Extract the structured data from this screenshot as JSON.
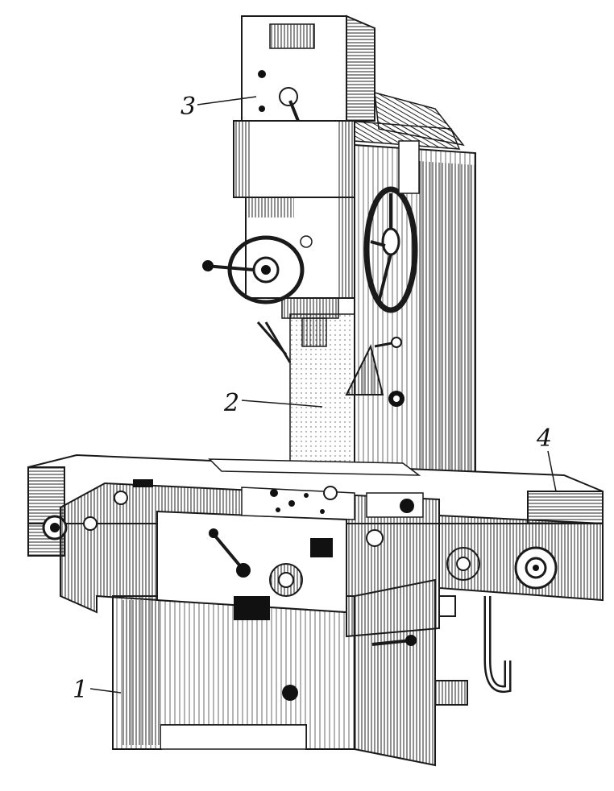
{
  "figure": {
    "callouts": [
      {
        "id": "c1",
        "label": "1"
      },
      {
        "id": "c2",
        "label": "2"
      },
      {
        "id": "c3",
        "label": "3"
      },
      {
        "id": "c4",
        "label": "4"
      }
    ],
    "colors": {
      "ink": "#1a1a1a",
      "paper": "#ffffff",
      "shade": "#9a9a9a"
    }
  }
}
